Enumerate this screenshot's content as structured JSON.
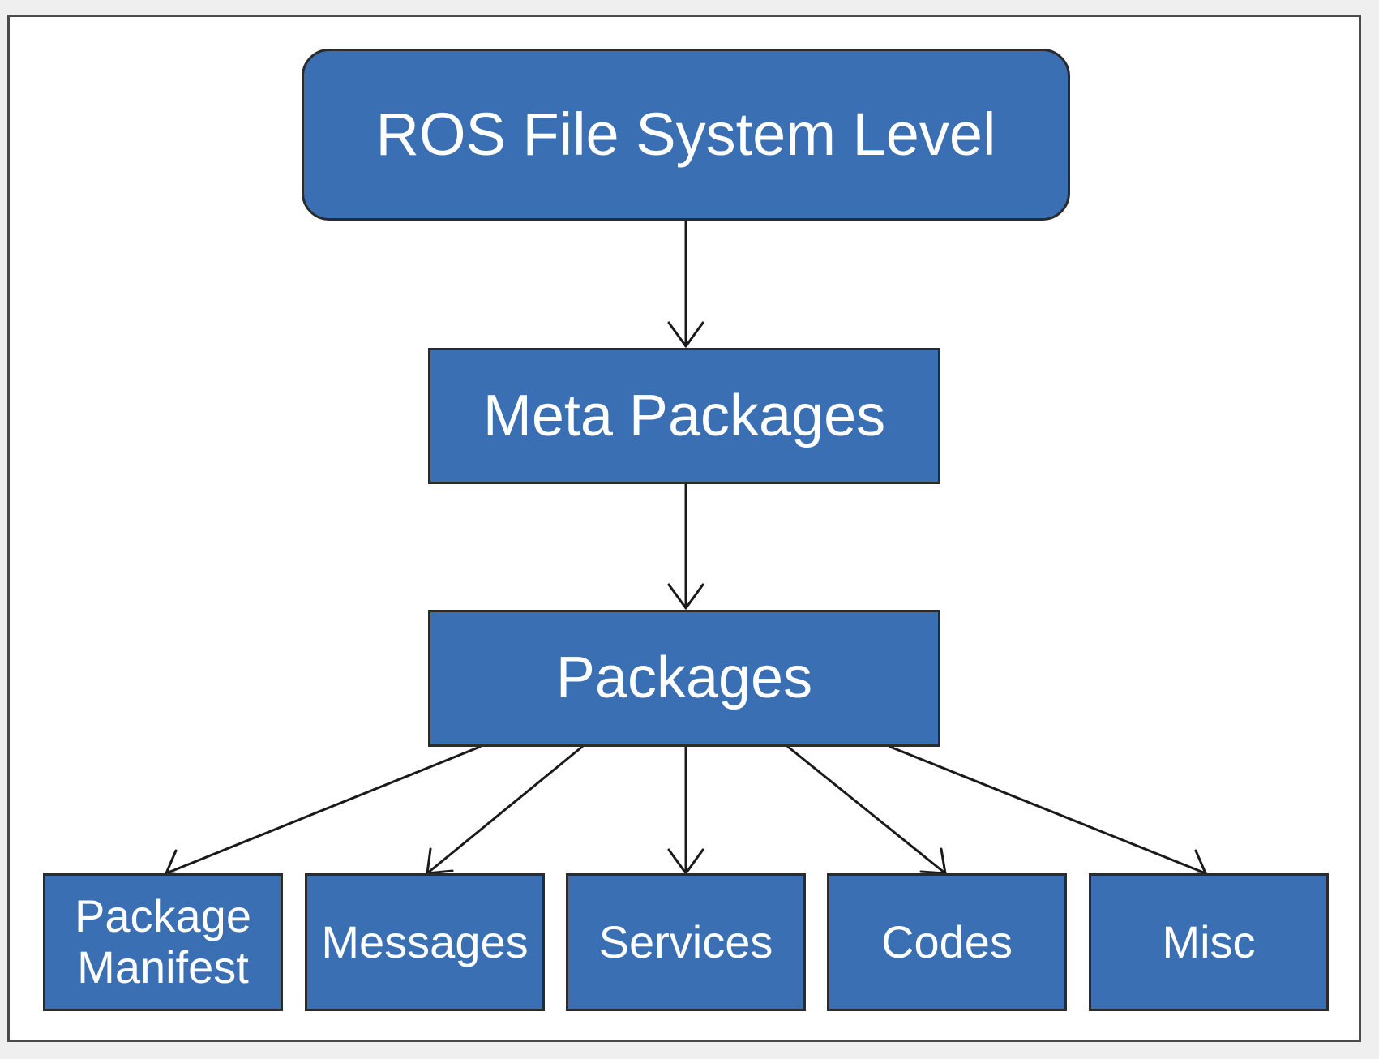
{
  "diagram": {
    "root": {
      "label": "ROS File System Level"
    },
    "meta": {
      "label": "Meta Packages"
    },
    "packages": {
      "label": "Packages"
    },
    "children": [
      {
        "label": "Package\nManifest"
      },
      {
        "label": "Messages"
      },
      {
        "label": "Services"
      },
      {
        "label": "Codes"
      },
      {
        "label": "Misc"
      }
    ],
    "colors": {
      "box_fill": "#3b6fb4",
      "box_border": "#2b2b2b",
      "text": "#ffffff",
      "arrow": "#1a1a1a"
    }
  }
}
